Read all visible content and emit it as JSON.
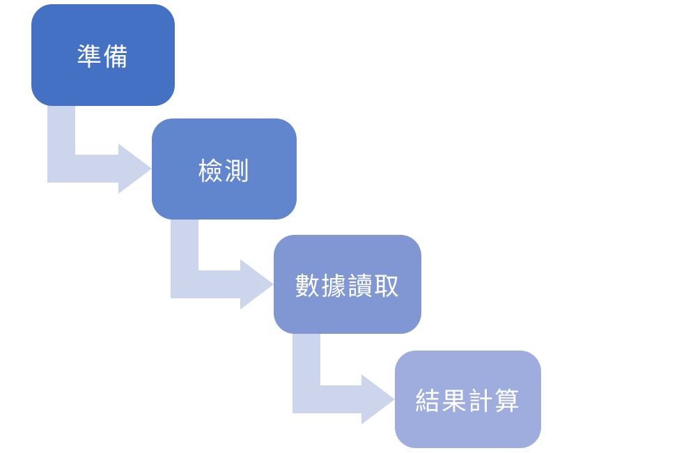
{
  "diagram": {
    "type": "step-down-process",
    "background": "#FFFFFF",
    "text_color": "#FFFFFF",
    "arrow_color": "#CCD5EC",
    "steps": [
      {
        "label": "準備",
        "color": "#4471C4"
      },
      {
        "label": "檢測",
        "color": "#6186CE"
      },
      {
        "label": "數據讀取",
        "color": "#8097D3"
      },
      {
        "label": "結果計算",
        "color": "#9FACDE"
      }
    ]
  }
}
